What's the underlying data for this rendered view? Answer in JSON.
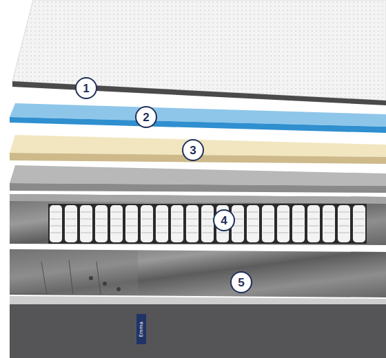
{
  "diagram": {
    "nodes": [
      {
        "text": [
          "1"
        ]
      },
      {
        "text": [
          "2"
        ]
      },
      {
        "text": [
          "3"
        ]
      },
      {
        "text": [
          "4"
        ]
      },
      {
        "text": [
          "5"
        ]
      }
    ],
    "labels": [
      "Emma"
    ]
  }
}
